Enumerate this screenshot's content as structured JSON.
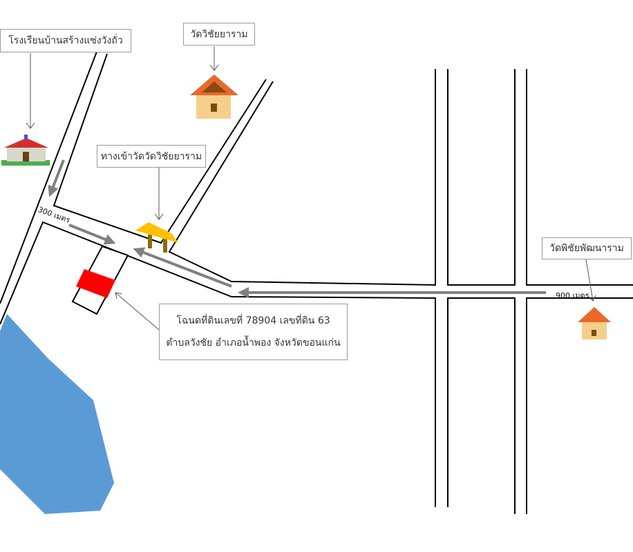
{
  "labels": {
    "school": "โรงเรียนบ้านสร้างแซ่งวังถั่ว",
    "temple_wichai": "วัดวิชัยยาราม",
    "entrance": "ทางเข้าวัดวัดวิชัยยาราม",
    "temple_phichai": "วัดพิชัยพัฒนาราม",
    "deed_line1": "โฉนดที่ดินเลขที่ 78904 เลขที่ดิน 63",
    "deed_line2": "ตำบลวังชัย อำเภอน้ำพอง จังหวัดขอนแก่น"
  },
  "distances": {
    "d300": "300 เมตร",
    "d900": "900 เมตร"
  },
  "colors": {
    "road": "#000000",
    "arrow": "#808080",
    "lot": "#ff0000",
    "water": "#5b9bd5",
    "gate": "#ffc000"
  }
}
